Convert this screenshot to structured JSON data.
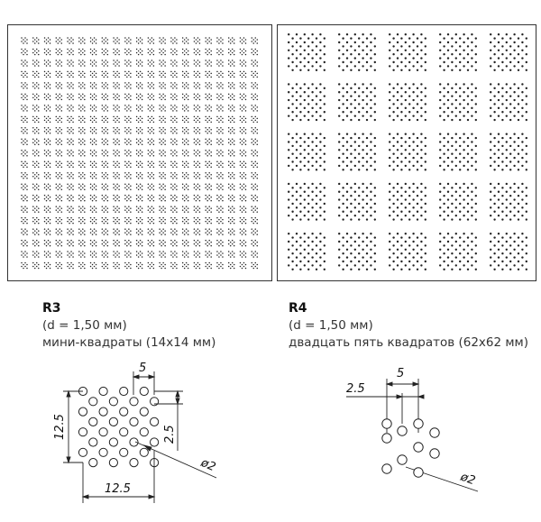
{
  "patterns": [
    {
      "code": "R3",
      "diameter": "(d = 1,50 мм)",
      "description": "мини-квадраты (14х14 мм)",
      "dims": {
        "pitch": "5",
        "offset": "2.5",
        "span_v": "12.5",
        "span_h": "12.5",
        "hole": "ø2"
      }
    },
    {
      "code": "R4",
      "diameter": "(d = 1,50 мм)",
      "description": "двадцать пять квадратов (62х62 мм)",
      "dims": {
        "pitch": "5",
        "offset": "2.5",
        "hole": "ø2"
      }
    }
  ],
  "panel_r3": {
    "cols": 21,
    "rows": 21,
    "cluster_dots": 4
  },
  "panel_r4": {
    "cols": 5,
    "rows": 5,
    "square_dots": 10
  }
}
